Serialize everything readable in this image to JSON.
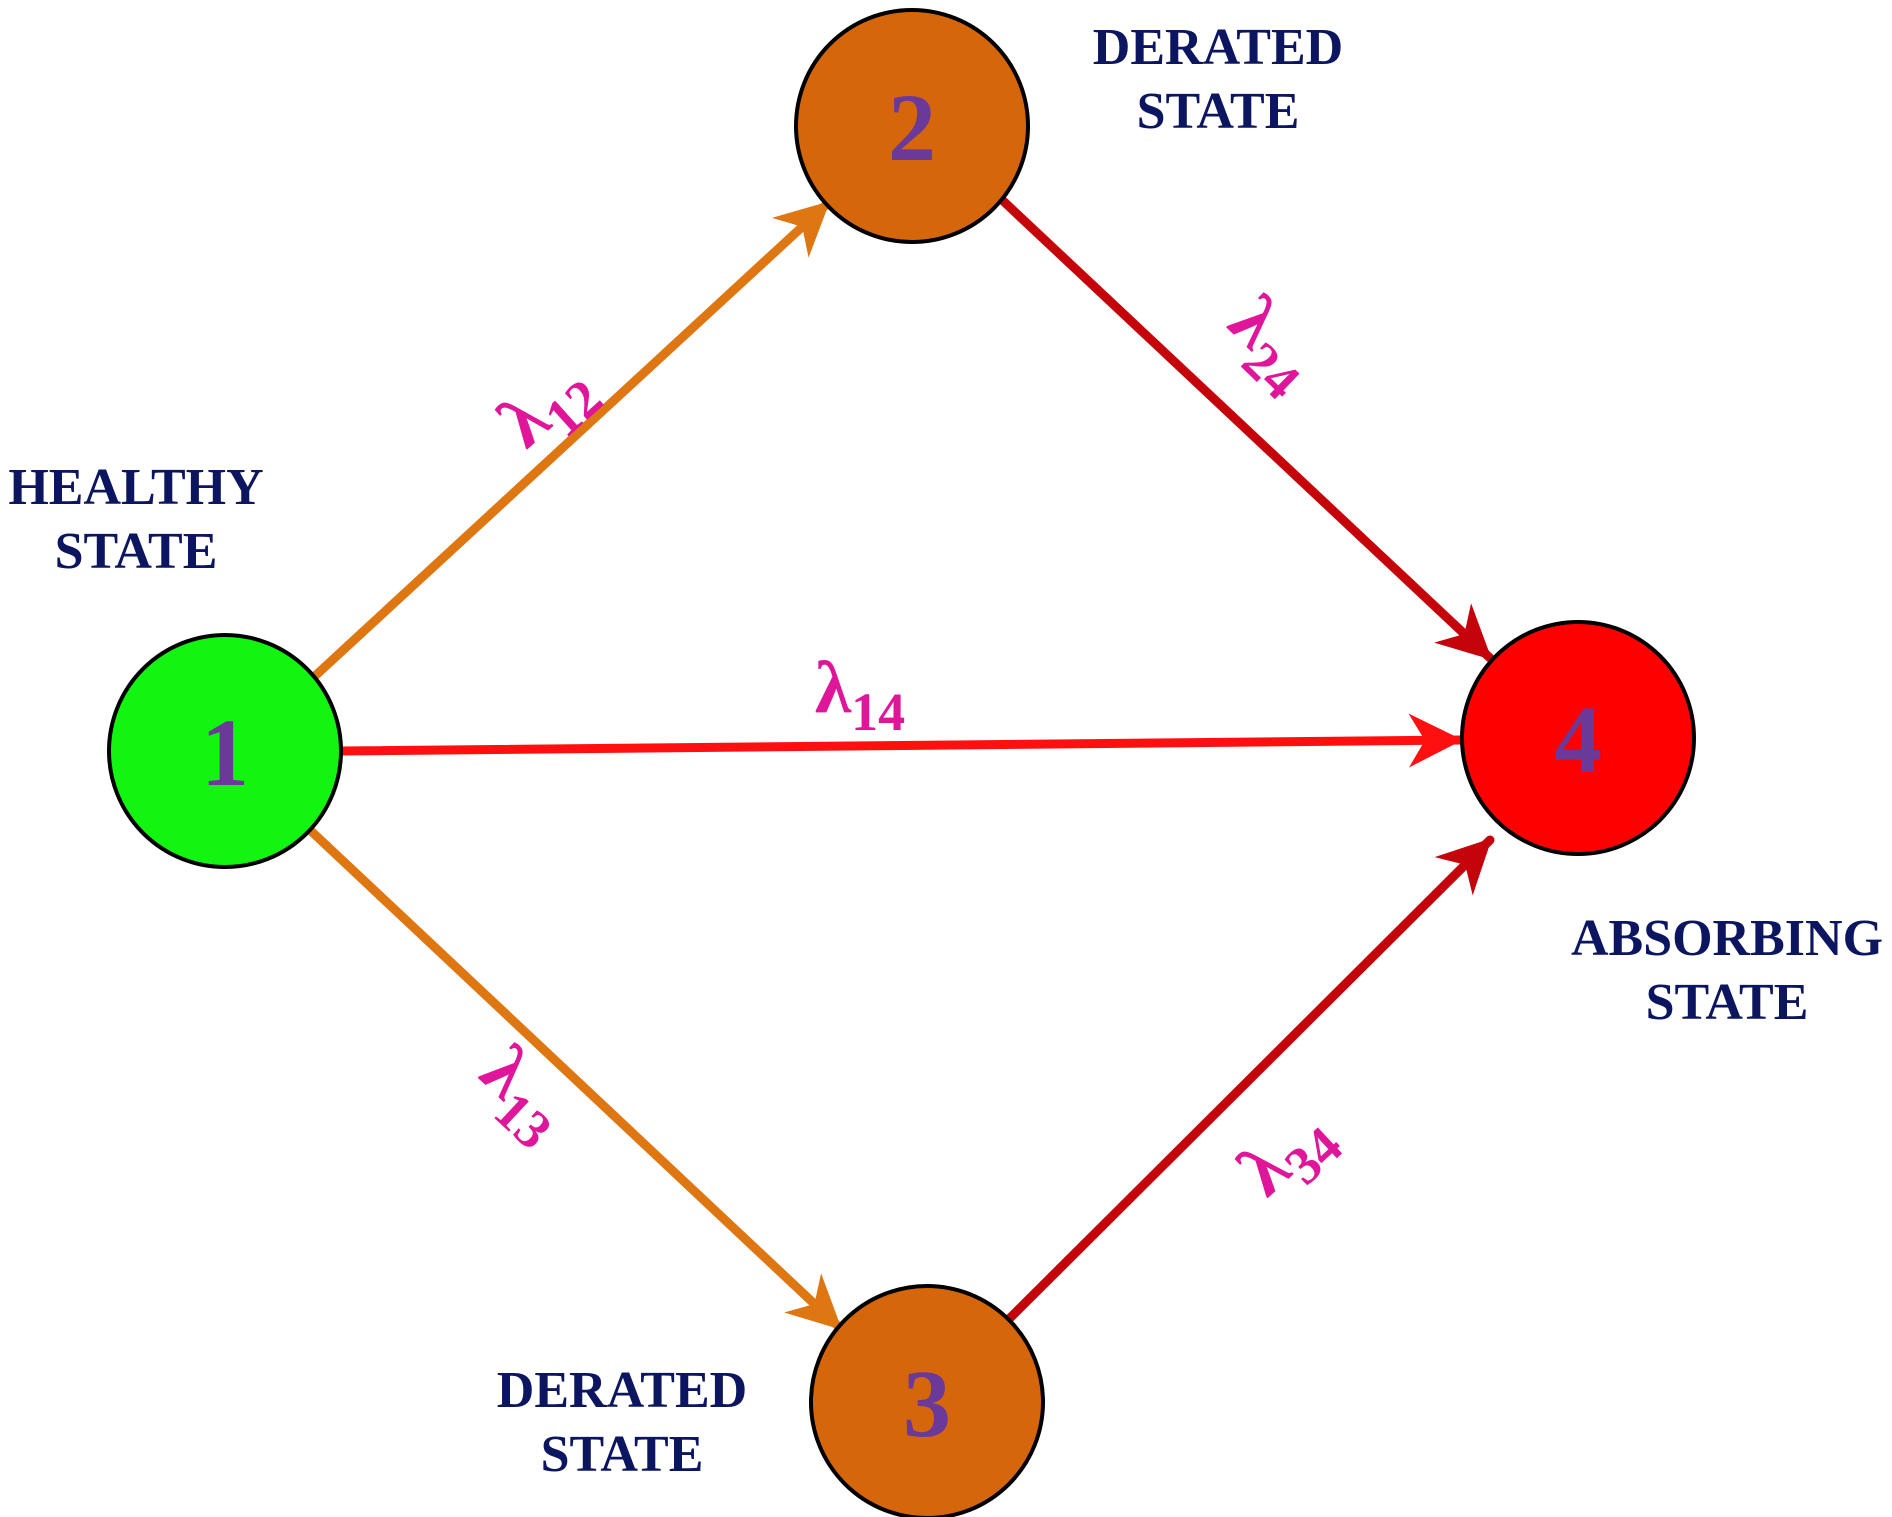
{
  "colors": {
    "healthy": "#11f511",
    "derated": "#d5660c",
    "absorbing": "#ff0000",
    "arrow_orange": "#de7612",
    "arrow_darkred": "#c4040a",
    "arrow_red": "#ff1010",
    "label_text": "#0b1560",
    "node_number": "#6b3a99",
    "rate_text": "#e0169a"
  },
  "nodes": [
    {
      "id": "1",
      "number": "1",
      "label_lines": [
        "HEALTHY",
        "STATE"
      ],
      "color_key": "healthy"
    },
    {
      "id": "2",
      "number": "2",
      "label_lines": [
        "DERATED",
        "STATE"
      ],
      "color_key": "derated"
    },
    {
      "id": "3",
      "number": "3",
      "label_lines": [
        "DERATED",
        "STATE"
      ],
      "color_key": "derated"
    },
    {
      "id": "4",
      "number": "4",
      "label_lines": [
        "ABSORBING",
        "STATE"
      ],
      "color_key": "absorbing"
    }
  ],
  "edges": [
    {
      "from": "1",
      "to": "2",
      "symbol": "λ",
      "subscript": "12",
      "color_key": "arrow_orange"
    },
    {
      "from": "1",
      "to": "3",
      "symbol": "λ",
      "subscript": "13",
      "color_key": "arrow_orange"
    },
    {
      "from": "1",
      "to": "4",
      "symbol": "λ",
      "subscript": "14",
      "color_key": "arrow_red"
    },
    {
      "from": "2",
      "to": "4",
      "symbol": "λ",
      "subscript": "24",
      "color_key": "arrow_darkred"
    },
    {
      "from": "3",
      "to": "4",
      "symbol": "λ",
      "subscript": "34",
      "color_key": "arrow_darkred"
    }
  ]
}
